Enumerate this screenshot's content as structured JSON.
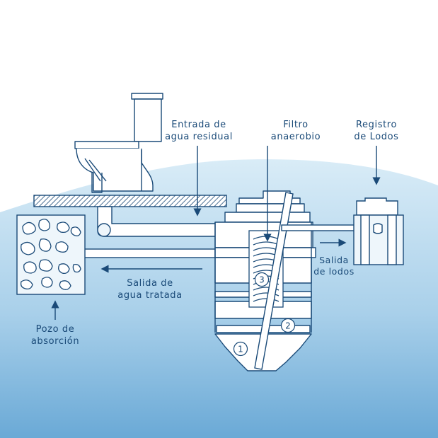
{
  "labels": {
    "entrada": {
      "line1": "Entrada de",
      "line2": "agua residual"
    },
    "filtro": {
      "line1": "Filtro",
      "line2": "anaerobio"
    },
    "registro": {
      "line1": "Registro",
      "line2": "de Lodos"
    },
    "salida_lodos": {
      "line1": "Salida",
      "line2": "de lodos"
    },
    "salida_agua": {
      "line1": "Salida de",
      "line2": "agua tratada"
    },
    "pozo": {
      "line1": "Pozo de",
      "line2": "absorción"
    }
  },
  "markers": {
    "m1": "1",
    "m2": "2",
    "m3": "3"
  },
  "colors": {
    "line": "#1a4a78",
    "ground_top": "#d8ebf6",
    "ground_bottom": "#6aa9d6",
    "fill_light": "#eef6fb"
  }
}
